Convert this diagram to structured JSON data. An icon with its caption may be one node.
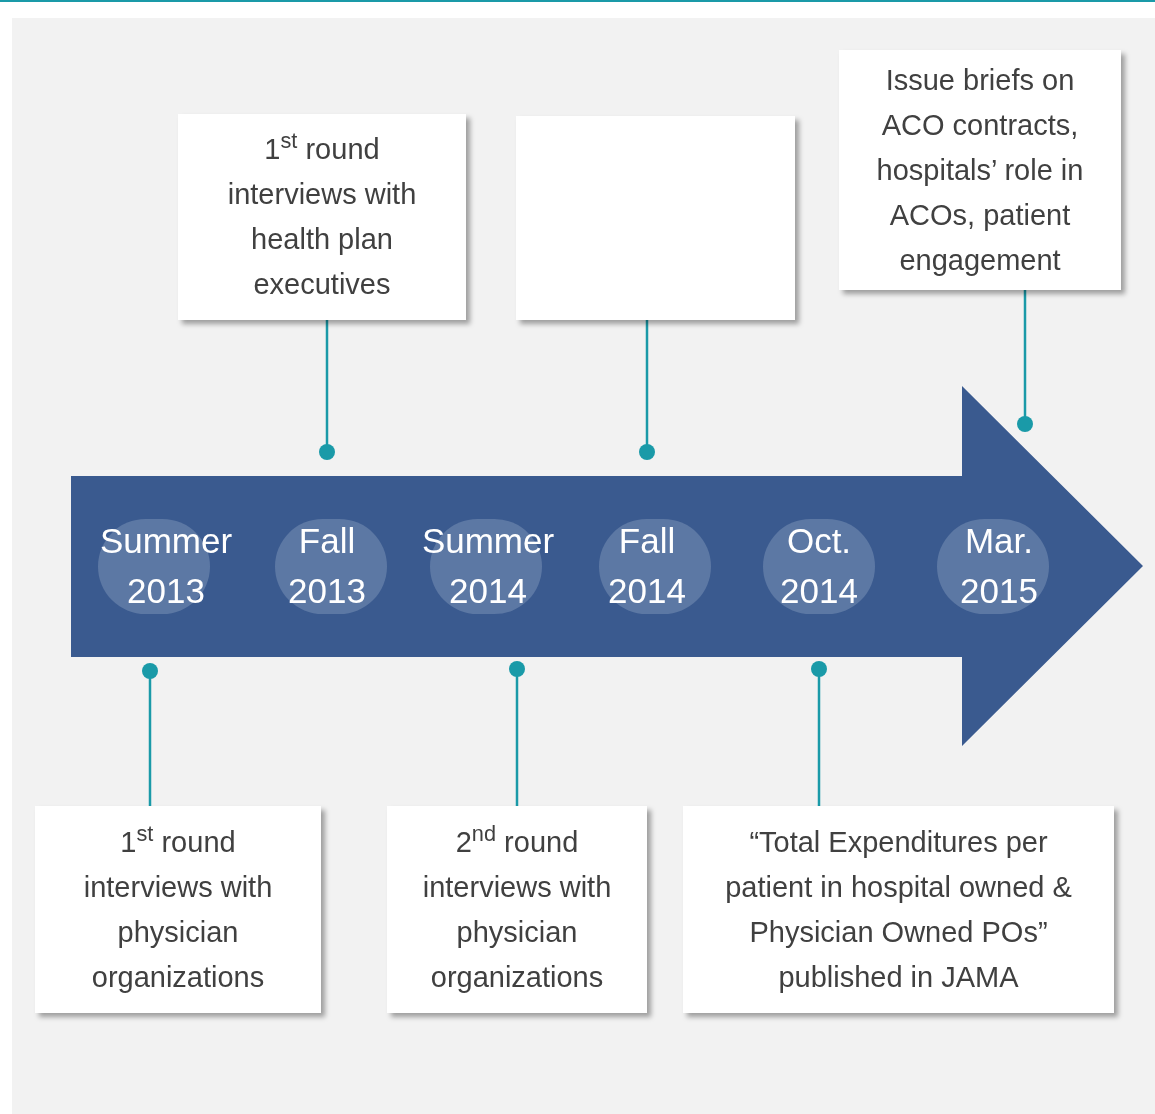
{
  "diagram": {
    "nodes": [
      {
        "text": [],
        "shape": "arrow"
      },
      {
        "text": [
          "Summer 2013"
        ],
        "in": 0
      },
      {
        "text": [
          "Fall 2013"
        ],
        "in": 0
      },
      {
        "text": [
          "Summer 2014"
        ],
        "in": 0
      },
      {
        "text": [
          "Fall 2014"
        ],
        "in": 0
      },
      {
        "text": [
          "Oct. 2014"
        ],
        "in": 0
      },
      {
        "text": [
          "Mar. 2015"
        ],
        "in": 0
      },
      {
        "text": [
          "1$^{st}$ round interviews with health plan executives"
        ]
      },
      {
        "text": [],
        "shape": "box"
      },
      {
        "text": [
          "Issue briefs on ACO contracts, hospitals’ role in ACOs, patient engagement"
        ]
      },
      {
        "text": [
          "1$^{st}$ round interviews with physician organizations"
        ]
      },
      {
        "text": [
          "2$^{nd}$ round interviews with physician organizations"
        ]
      },
      {
        "text": [
          "“Total Expenditures per patient in hospital owned & Physician Owned POs” published in JAMA"
        ]
      }
    ],
    "edges": [
      {
        "from": 7,
        "to": 0,
        "arrow": "other"
      },
      {
        "from": 8,
        "to": 0,
        "arrow": "other"
      },
      {
        "from": 9,
        "to": 0,
        "arrow": "other"
      },
      {
        "from": 10,
        "to": 0,
        "arrow": "other"
      },
      {
        "from": 11,
        "to": 0,
        "arrow": "other"
      },
      {
        "from": 12,
        "to": 0,
        "arrow": "other"
      }
    ]
  }
}
